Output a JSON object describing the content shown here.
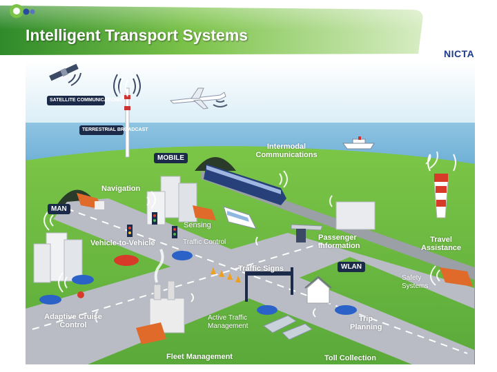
{
  "slide": {
    "title": "Intelligent Transport Systems",
    "logo_text": "NICTA",
    "colors": {
      "header_green": "#6fbf3f",
      "sky": "#cfe7f3",
      "grass": "#66b83c",
      "road": "#b9bcc4",
      "label_dark": "#1b2a48",
      "vehicle_orange": "#e06a2a"
    }
  },
  "diagram": {
    "tags": {
      "satellite": "SATELLITE COMMUNICATIONS",
      "terrestrial": "TERRESTRIAL BROADCAST",
      "mobile": "MOBILE",
      "man": "MAN",
      "wlan": "WLAN"
    },
    "labels": {
      "intermodal": "Intermodal Communications",
      "navigation": "Navigation",
      "sensing": "Sensing",
      "traffic_control": "Traffic Control",
      "v2v": "Vehicle-to-Vehicle",
      "passenger": "Passenger Information",
      "travel": "Travel Assistance",
      "traffic_signs": "Traffic Signs",
      "safety": "Safety Systems",
      "acc": "Adaptive Cruise Control",
      "atm": "Active Traffic Management",
      "trip": "Trip Planning",
      "fleet": "Fleet Management",
      "toll": "Toll Collection"
    },
    "icons": [
      "satellite-icon",
      "broadcast-tower-icon",
      "airplane-icon",
      "ship-icon",
      "train-icon",
      "lighthouse-icon",
      "truck-icon",
      "bus-icon",
      "car-icon",
      "traffic-light-icon",
      "house-icon",
      "toll-gate-icon",
      "factory-icon",
      "wireless-signal-icon"
    ]
  }
}
